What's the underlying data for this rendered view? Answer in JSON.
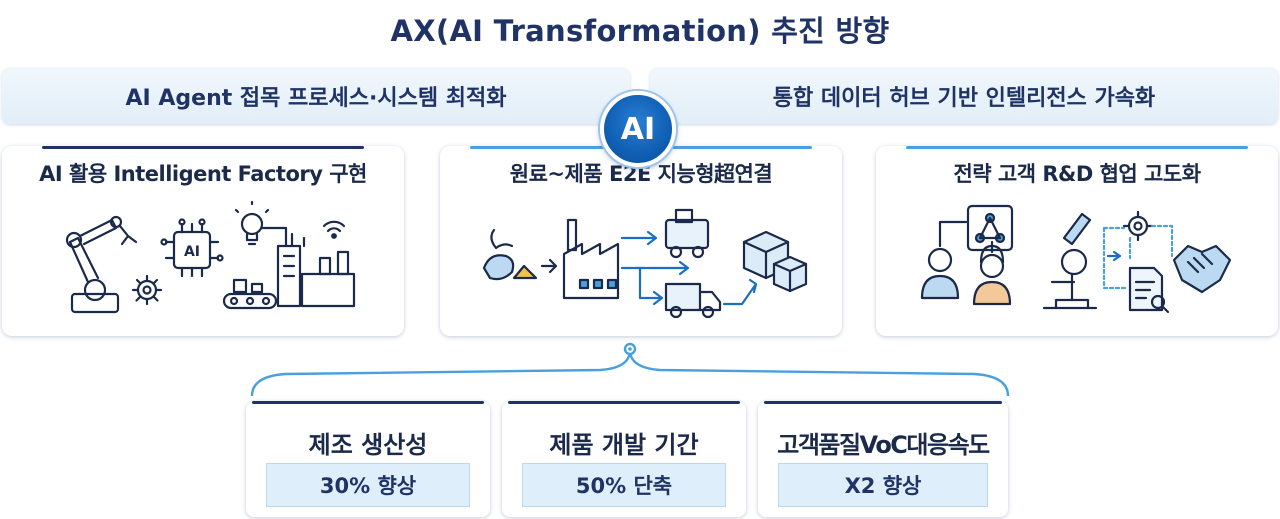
{
  "title": "AX(AI Transformation) 추진 방향",
  "banners": [
    {
      "label": "AI Agent 접목 프로세스·시스템 최적화"
    },
    {
      "label": "통합 데이터 허브 기반 인텔리전스 가속화"
    }
  ],
  "badge": "AI",
  "cards": [
    {
      "title": "AI 활용 Intelligent Factory 구현",
      "art_chip": "AI"
    },
    {
      "title": "원료~제품 E2E 지능형超연결"
    },
    {
      "title": "전략 고객 R&D 협업 고도화"
    }
  ],
  "results": [
    {
      "title": "제조 생산성",
      "value": "30% 향상"
    },
    {
      "title": "제품 개발 기간",
      "value": "50% 단축"
    },
    {
      "title": "고객품질VoC대응속도",
      "value": "X2 향상"
    }
  ],
  "colors": {
    "navy": "#1f3366",
    "accent_blue": "#1a6fc4",
    "light_blue": "#dfeefb"
  }
}
